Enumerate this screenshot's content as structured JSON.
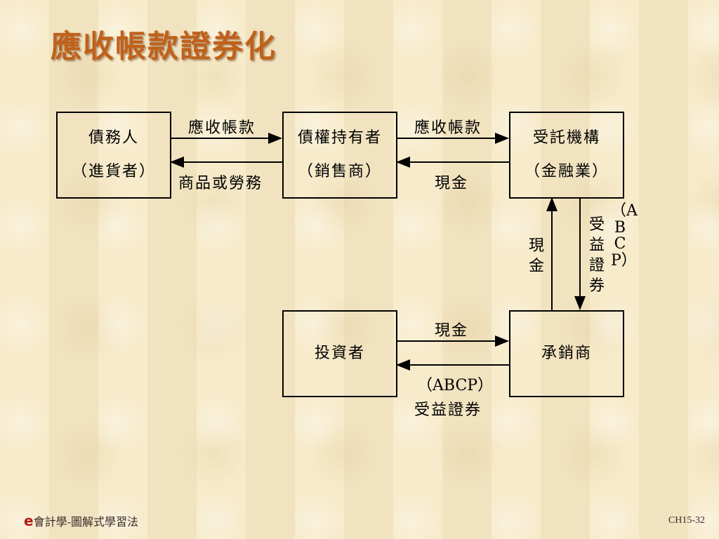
{
  "title": "應收帳款證券化",
  "boxes": {
    "debtor": {
      "line1": "債務人",
      "line2": "（進貨者）"
    },
    "holder": {
      "line1": "債權持有者",
      "line2": "（銷售商）"
    },
    "trustee": {
      "line1": "受託機構",
      "line2": "（金融業）"
    },
    "investor": {
      "line1": "投資者"
    },
    "underwriter": {
      "line1": "承銷商"
    }
  },
  "labels": {
    "debtor_to_holder": "應收帳款",
    "holder_to_debtor": "商品或勞務",
    "holder_to_trustee": "應收帳款",
    "trustee_to_holder": "現金",
    "underwriter_to_trustee": "現金",
    "trustee_to_underwriter_abcp": "（ABCP）",
    "trustee_to_underwriter_cert": "受益證券",
    "investor_to_underwriter": "現金",
    "underwriter_to_investor_abcp": "（ABCP）",
    "underwriter_to_investor_cert": "受益證券"
  },
  "footer": {
    "left_prefix": "e",
    "left_text": "會計學-圖解式學習法",
    "right": "CH15-32"
  }
}
